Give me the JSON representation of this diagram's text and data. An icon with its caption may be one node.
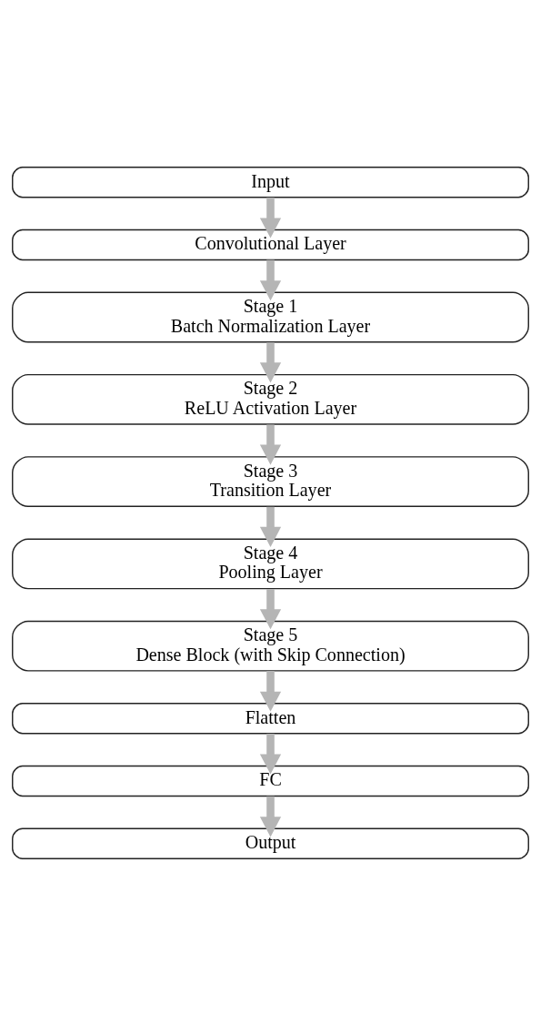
{
  "diagram": {
    "nodes": [
      {
        "text": [
          "Input"
        ]
      },
      {
        "text": [
          "Convolutional Layer"
        ]
      },
      {
        "text": [
          "Stage 1",
          "Batch Normalization Layer"
        ]
      },
      {
        "text": [
          "Stage 2",
          "ReLU Activation Layer"
        ]
      },
      {
        "text": [
          "Stage 3",
          "Transition Layer"
        ]
      },
      {
        "text": [
          "Stage 4",
          "Pooling Layer"
        ]
      },
      {
        "text": [
          "Stage 5",
          "Dense Block (with Skip Connection)"
        ]
      },
      {
        "text": [
          "Flatten"
        ]
      },
      {
        "text": [
          "FC"
        ]
      },
      {
        "text": [
          "Output"
        ]
      }
    ],
    "edges": [
      {
        "from": 0,
        "to": 1,
        "arrow": "to"
      },
      {
        "from": 1,
        "to": 2,
        "arrow": "to"
      },
      {
        "from": 2,
        "to": 3,
        "arrow": "to"
      },
      {
        "from": 3,
        "to": 4,
        "arrow": "to"
      },
      {
        "from": 4,
        "to": 5,
        "arrow": "to"
      },
      {
        "from": 5,
        "to": 6,
        "arrow": "to"
      },
      {
        "from": 6,
        "to": 7,
        "arrow": "to"
      },
      {
        "from": 7,
        "to": 8,
        "arrow": "to"
      },
      {
        "from": 8,
        "to": 9,
        "arrow": "to"
      }
    ]
  }
}
